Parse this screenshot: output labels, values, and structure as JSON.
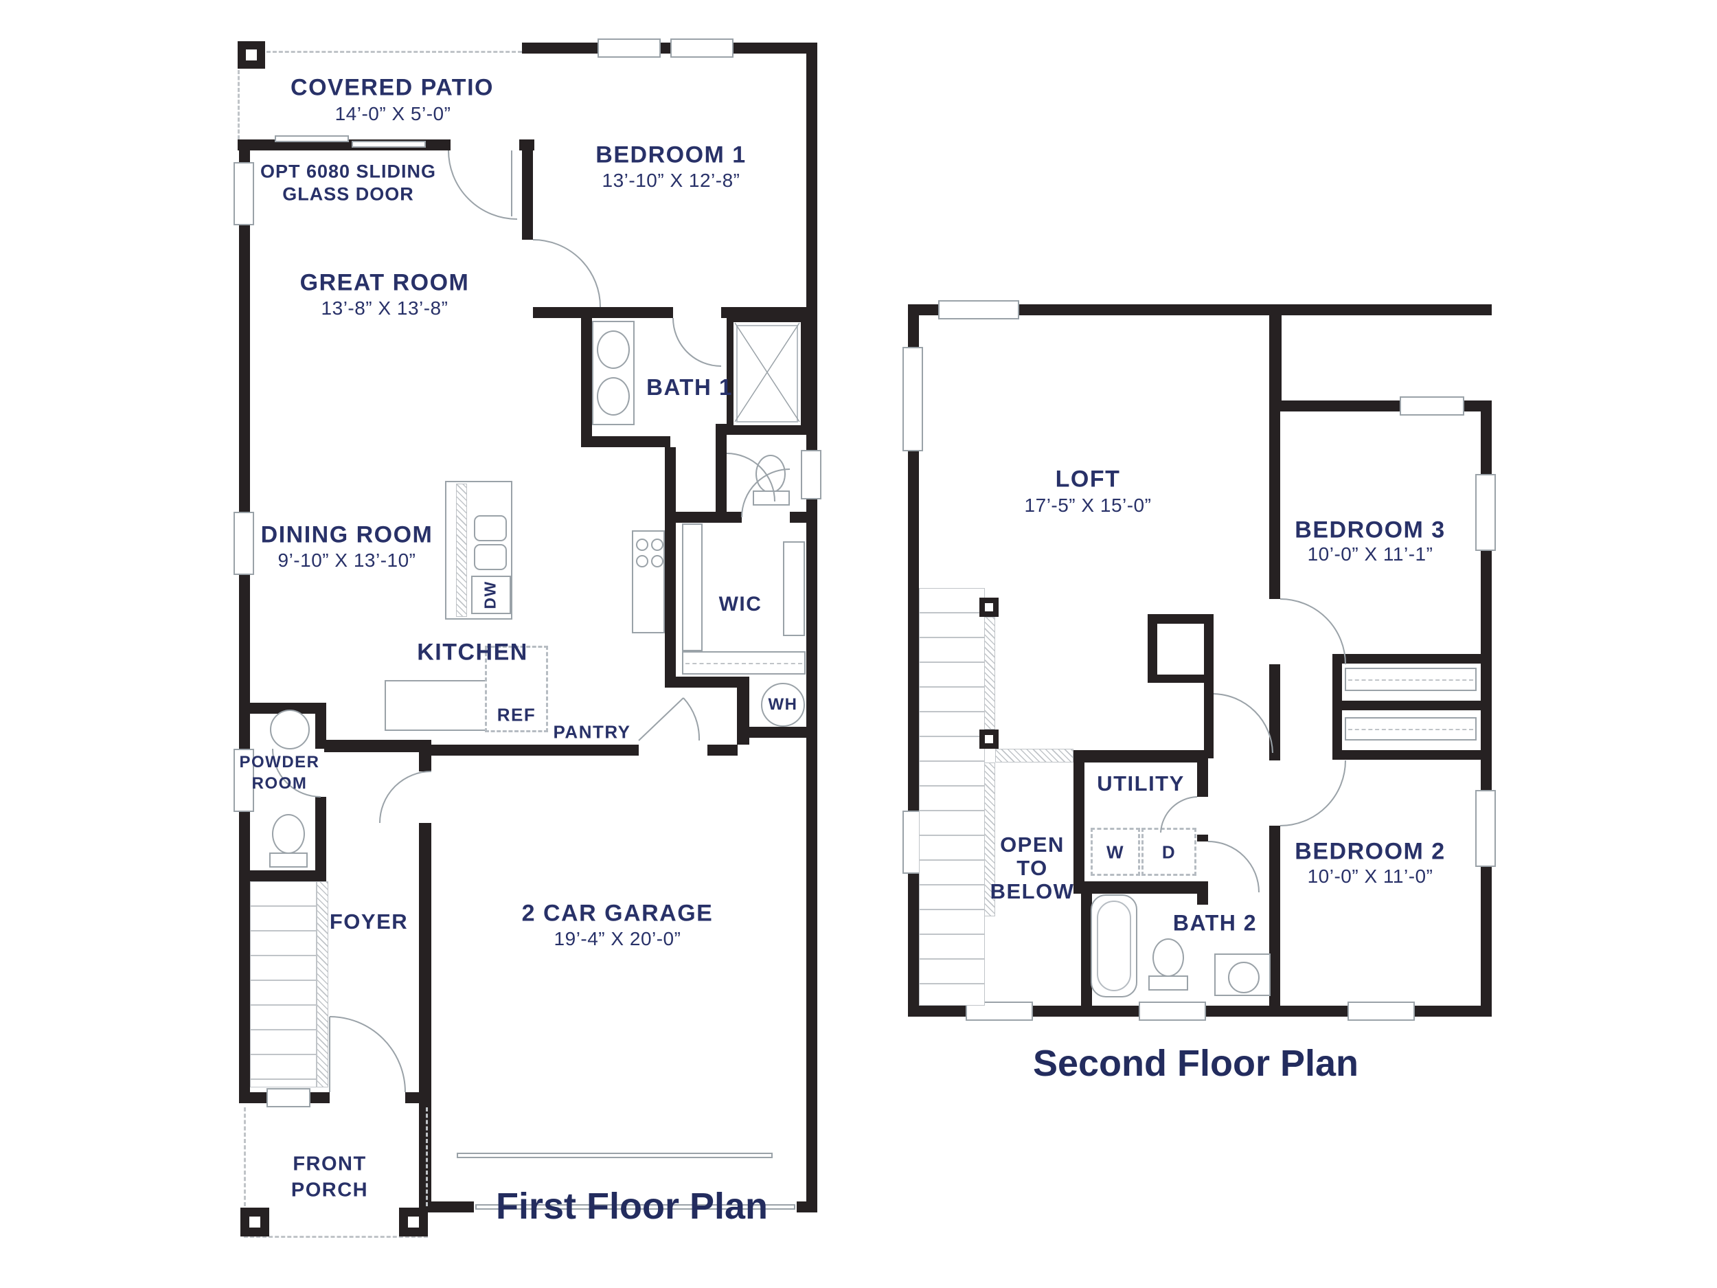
{
  "document": {
    "type": "Two-story residential floor plan drawing"
  },
  "colors": {
    "label_text": "#283168",
    "title_text": "#232c5e",
    "wall": "#262122",
    "fixture_line": "#9aa2a8",
    "background": "#ffffff"
  },
  "first_floor": {
    "title": "First Floor Plan",
    "rooms": {
      "covered_patio": {
        "name": "COVERED PATIO",
        "dims": "14’-0” X 5’-0”"
      },
      "bedroom1": {
        "name": "BEDROOM 1",
        "dims": "13’-10” X 12’-8”"
      },
      "great_room": {
        "name": "GREAT ROOM",
        "dims": "13’-8” X 13’-8”"
      },
      "bath1": {
        "name": "BATH 1"
      },
      "dining_room": {
        "name": "DINING ROOM",
        "dims": "9’-10” X 13’-10”"
      },
      "kitchen": {
        "name": "KITCHEN"
      },
      "wic": {
        "name": "WIC"
      },
      "powder_room": {
        "line1": "POWDER",
        "line2": "ROOM"
      },
      "foyer": {
        "name": "FOYER"
      },
      "garage": {
        "name": "2 CAR GARAGE",
        "dims": "19’-4” X 20’-0”"
      },
      "front_porch": {
        "line1": "FRONT",
        "line2": "PORCH"
      }
    },
    "annotations": {
      "sliding_door_line1": "OPT 6080  SLIDING",
      "sliding_door_line2": "GLASS DOOR",
      "dw": "DW",
      "ref": "REF",
      "pantry": "PANTRY",
      "wh": "WH"
    }
  },
  "second_floor": {
    "title": "Second Floor Plan",
    "rooms": {
      "loft": {
        "name": "LOFT",
        "dims": "17’-5” X 15’-0”"
      },
      "bedroom3": {
        "name": "BEDROOM 3",
        "dims": "10’-0” X 11’-1”"
      },
      "bedroom2": {
        "name": "BEDROOM 2",
        "dims": "10’-0” X 11’-0”"
      },
      "utility": {
        "name": "UTILITY"
      },
      "bath2": {
        "name": "BATH 2"
      },
      "open_to_below": {
        "line1": "OPEN",
        "line2": "TO",
        "line3": "BELOW"
      }
    },
    "annotations": {
      "washer": "W",
      "dryer": "D"
    }
  }
}
